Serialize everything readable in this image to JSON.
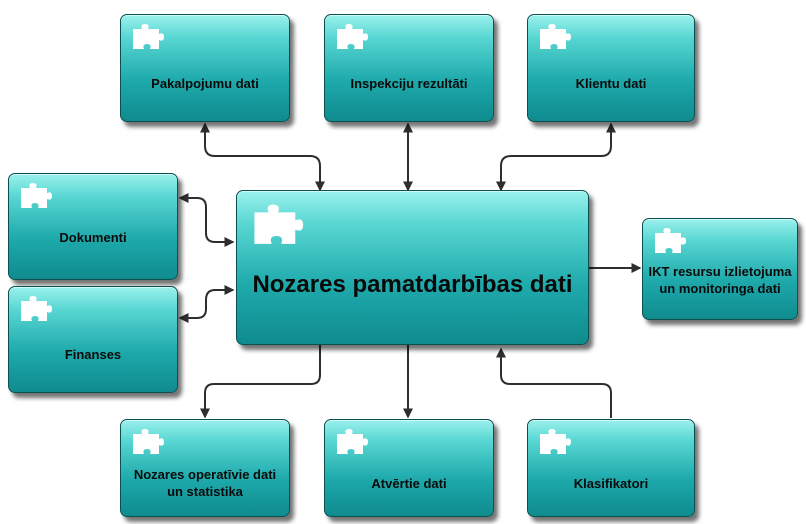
{
  "diagram": {
    "center": {
      "label": "Nozares pamatdarbības dati",
      "icon": "puzzle-piece-icon"
    },
    "nodes": [
      {
        "id": "pakalpojumi",
        "label": "Pakalpojumu dati",
        "icon": "puzzle-piece-icon"
      },
      {
        "id": "inspekcijas",
        "label": "Inspekciju rezultāti",
        "icon": "puzzle-piece-icon"
      },
      {
        "id": "klienti",
        "label": "Klientu dati",
        "icon": "puzzle-piece-icon"
      },
      {
        "id": "dokumenti",
        "label": "Dokumenti",
        "icon": "puzzle-piece-icon"
      },
      {
        "id": "finanses",
        "label": "Finanses",
        "icon": "puzzle-piece-icon"
      },
      {
        "id": "ikt",
        "label": "IKT resursu izlietojuma un monitoringa dati",
        "icon": "puzzle-piece-icon"
      },
      {
        "id": "operativie",
        "label": "Nozares operatīvie dati un statistika",
        "icon": "puzzle-piece-icon"
      },
      {
        "id": "atvertie",
        "label": "Atvērtie dati",
        "icon": "puzzle-piece-icon"
      },
      {
        "id": "klasifikatori",
        "label": "Klasifikatori",
        "icon": "puzzle-piece-icon"
      }
    ],
    "connections": [
      {
        "from": "pakalpojumi",
        "to": "center",
        "direction": "both"
      },
      {
        "from": "inspekcijas",
        "to": "center",
        "direction": "both"
      },
      {
        "from": "klienti",
        "to": "center",
        "direction": "both"
      },
      {
        "from": "dokumenti",
        "to": "center",
        "direction": "both"
      },
      {
        "from": "finanses",
        "to": "center",
        "direction": "both"
      },
      {
        "from": "center",
        "to": "ikt",
        "direction": "forward"
      },
      {
        "from": "center",
        "to": "operativie",
        "direction": "forward"
      },
      {
        "from": "center",
        "to": "atvertie",
        "direction": "forward"
      },
      {
        "from": "klasifikatori",
        "to": "center",
        "direction": "forward"
      }
    ],
    "colors": {
      "box_top": "#9af1ec",
      "box_bottom": "#0f8b8e",
      "border": "#0b4f4f",
      "connector": "#2e2e2e",
      "puzzle": "#ffffff"
    }
  }
}
